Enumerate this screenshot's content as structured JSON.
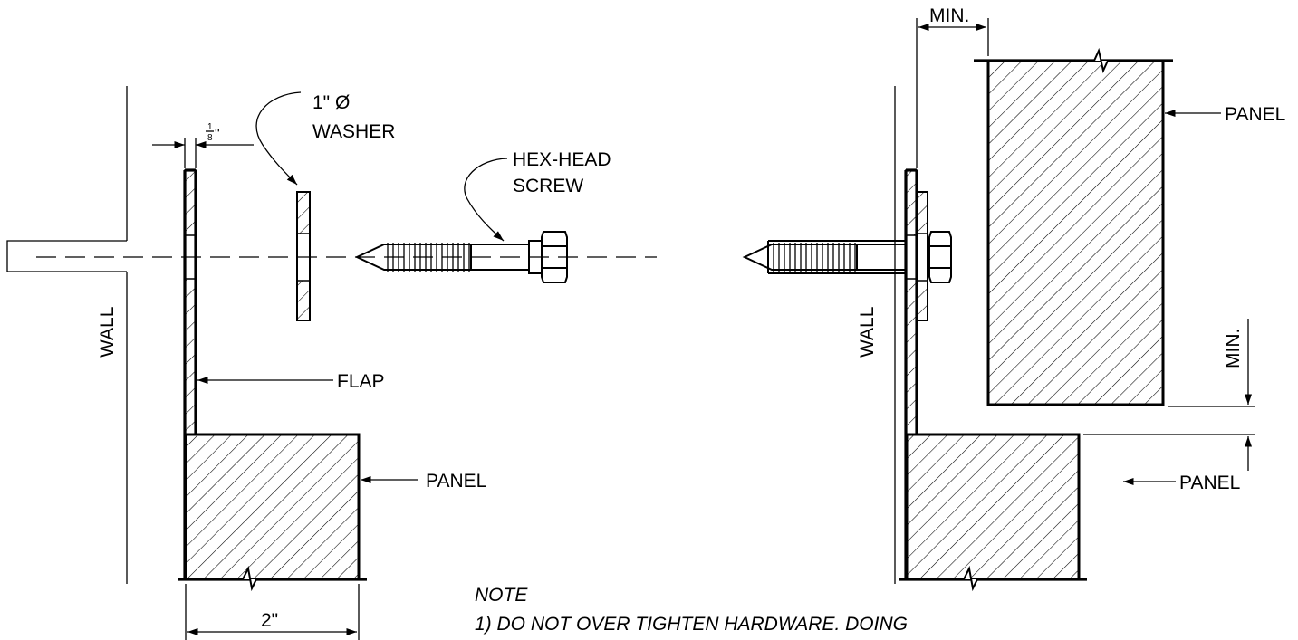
{
  "labels": {
    "washer_line1": "1\" Ø",
    "washer_line2": "WASHER",
    "gap_fraction_num": "1",
    "gap_fraction_den": "8",
    "gap_inch": "\"",
    "screw_line1": "HEX-HEAD",
    "screw_line2": "SCREW",
    "wall_left": "WALL",
    "wall_right": "WALL",
    "flap": "FLAP",
    "panel_left": "PANEL",
    "panel_right_top": "PANEL",
    "panel_right_bottom": "PANEL",
    "min_top": "MIN.",
    "min_right": "MIN.",
    "width_dim": "2\""
  },
  "note": {
    "title": "NOTE",
    "line1": "1) DO NOT OVER TIGHTEN HARDWARE. DOING"
  }
}
